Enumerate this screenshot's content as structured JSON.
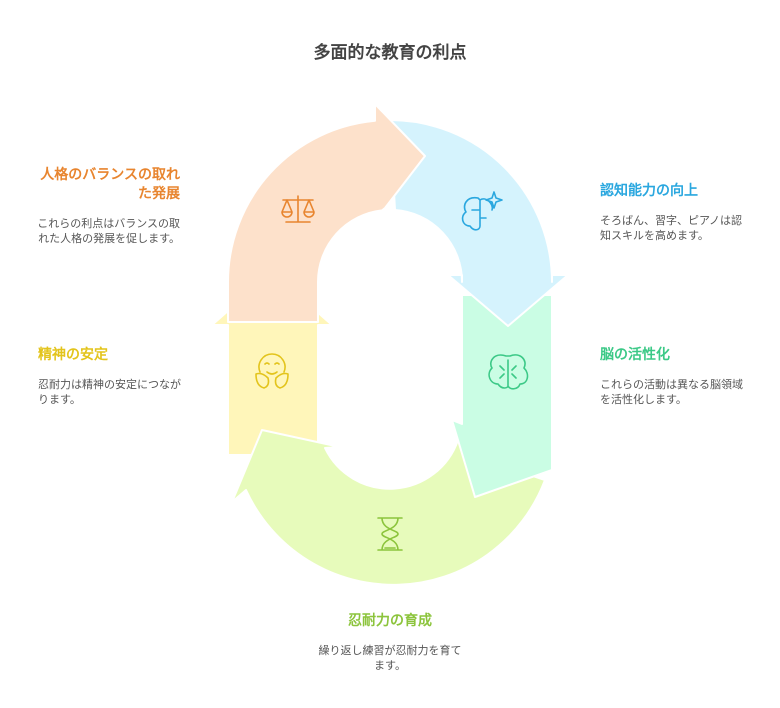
{
  "title": "多面的な教育の利点",
  "items": [
    {
      "title": "人格のバランスの取れた発展",
      "desc": "これらの利点はバランスの取れた人格の発展を促します。",
      "color": "#e8852f",
      "fill": "#fde1cb",
      "icon": "balance-scale-icon"
    },
    {
      "title": "認知能力の向上",
      "desc": "そろばん、習字、ピアノは認知スキルを高めます。",
      "color": "#2aa7df",
      "fill": "#d5f3fd",
      "icon": "brain-sparkle-icon"
    },
    {
      "title": "脳の活性化",
      "desc": "これらの活動は異なる脳領域を活性化します。",
      "color": "#3cc987",
      "fill": "#cafde4",
      "icon": "brain-icon"
    },
    {
      "title": "忍耐力の育成",
      "desc": "繰り返し練習が忍耐力を育てます。",
      "color": "#8cc43c",
      "fill": "#e7fbbb",
      "icon": "hourglass-icon"
    },
    {
      "title": "精神の安定",
      "desc": "忍耐力は精神の安定につながります。",
      "color": "#e3c41c",
      "fill": "#fff6ba",
      "icon": "hugging-face-icon"
    }
  ]
}
